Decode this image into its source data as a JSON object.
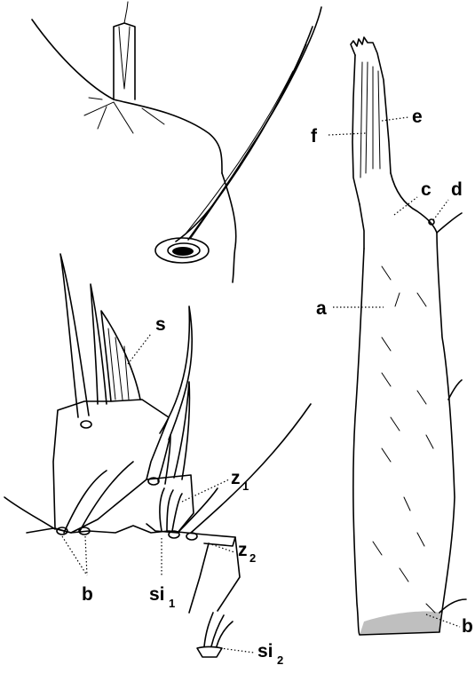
{
  "labels": {
    "s": "s",
    "z1": "z",
    "z1_sub": "1",
    "z2": "z",
    "z2_sub": "2",
    "b_left": "b",
    "si1": "si",
    "si1_sub": "1",
    "si2": "si",
    "si2_sub": "2",
    "f": "f",
    "e": "e",
    "c": "c",
    "d": "d",
    "a": "a",
    "b_right": "b"
  }
}
